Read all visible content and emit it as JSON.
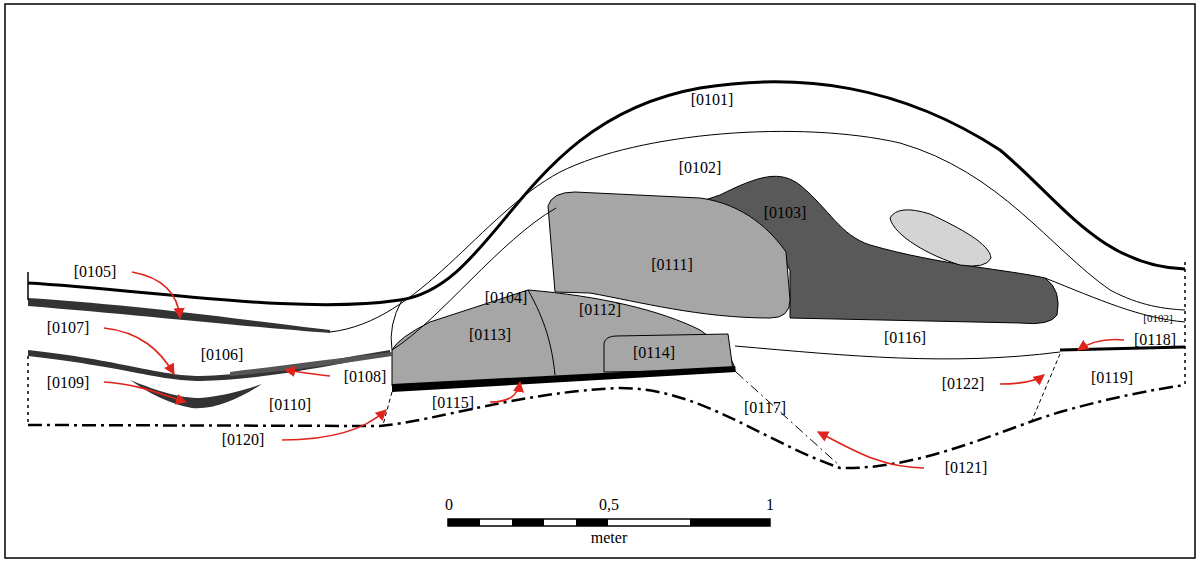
{
  "diagram": {
    "labels": [
      "[0101]",
      "[0102]",
      "[0103]",
      "[0105]",
      "[0111]",
      "[0104]",
      "[0112]",
      "[0107]",
      "[0106]",
      "[0113]",
      "[0116]",
      "[0102]",
      "[0118]",
      "[0108]",
      "[0114]",
      "[0109]",
      "[0110]",
      "[0122]",
      "[0119]",
      "[0115]",
      "[0117]",
      "[0120]",
      "[0121]",
      "0",
      "0,5",
      "1",
      "meter"
    ]
  }
}
